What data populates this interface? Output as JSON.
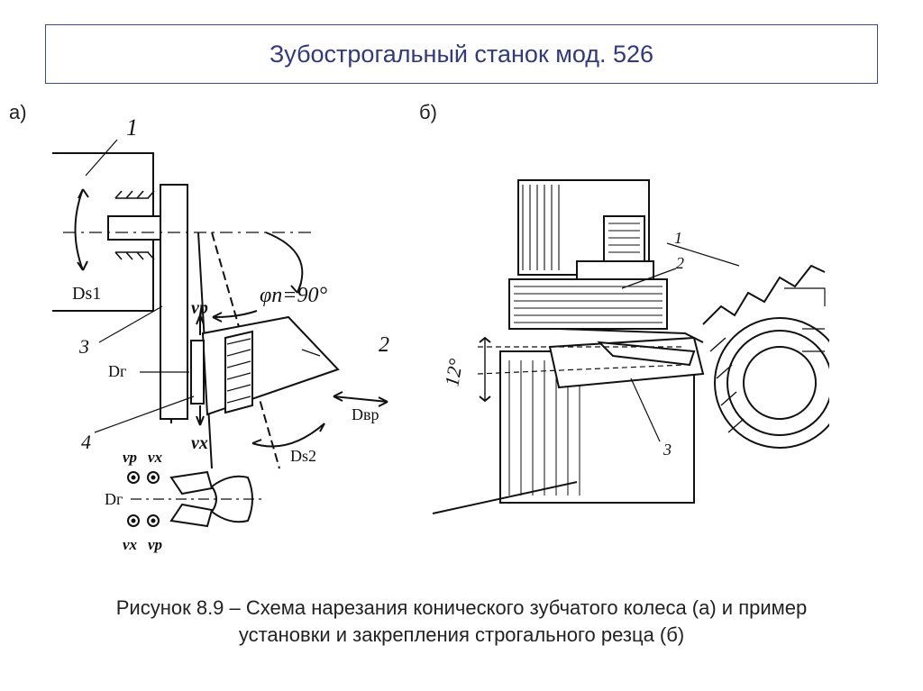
{
  "header": {
    "title": "Зубострогальный станок мод. 526"
  },
  "figure_a": {
    "panel_label": "а)",
    "labels": {
      "part1": "1",
      "part2": "2",
      "part3": "3",
      "part4": "4",
      "ds1": "Ds1",
      "ds2": "Ds2",
      "dg": "Dг",
      "dvr": "Dвр",
      "vp": "vp",
      "vx": "vx",
      "phi": "φп=90°",
      "inset_vp": "vp",
      "inset_vx": "vx",
      "inset_dg": "Dг",
      "inset_vx2": "vx",
      "inset_vp2": "vp"
    }
  },
  "figure_b": {
    "panel_label": "б)",
    "labels": {
      "part1": "1",
      "part2": "2",
      "part3": "3",
      "angle": "12°"
    }
  },
  "caption": {
    "line1": "Рисунок 8.9 – Схема нарезания конического зубчатого колеса (а) и пример",
    "line2": "установки и закрепления строгального резца (б)"
  }
}
